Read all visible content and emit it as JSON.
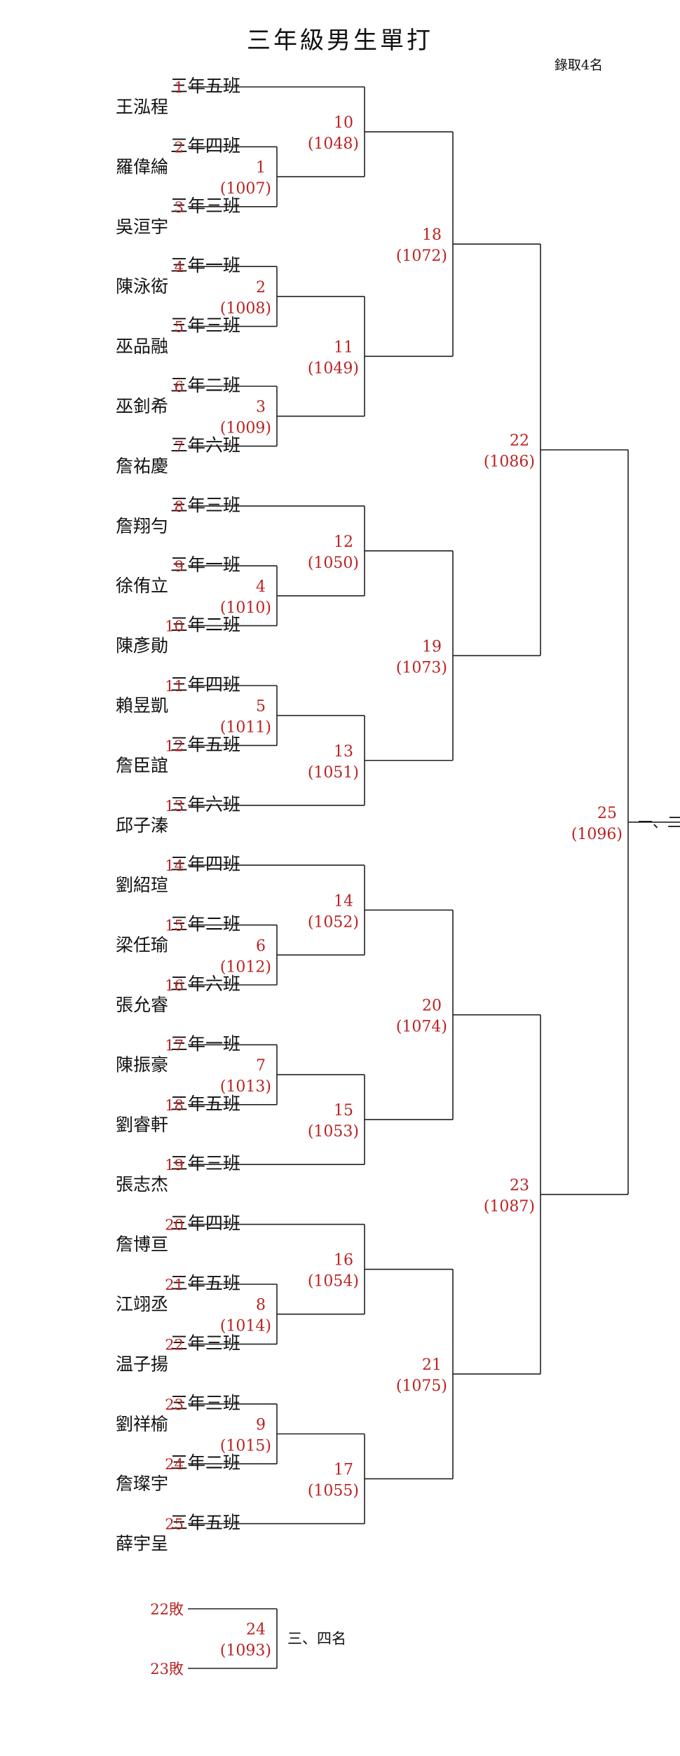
{
  "title": "三年級男生單打",
  "quota": "錄取4名",
  "players": [
    {
      "seed": "1",
      "cls": "三年五班",
      "name": "王泓程"
    },
    {
      "seed": "2",
      "cls": "三年四班",
      "name": "羅偉綸"
    },
    {
      "seed": "3",
      "cls": "三年三班",
      "name": "吳洹宇"
    },
    {
      "seed": "4",
      "cls": "三年一班",
      "name": "陳泳衒"
    },
    {
      "seed": "5",
      "cls": "三年三班",
      "name": "巫品融"
    },
    {
      "seed": "6",
      "cls": "三年二班",
      "name": "巫釗希"
    },
    {
      "seed": "7",
      "cls": "三年六班",
      "name": "詹祐慶"
    },
    {
      "seed": "8",
      "cls": "三年三班",
      "name": "詹翔勻"
    },
    {
      "seed": "9",
      "cls": "三年一班",
      "name": "徐侑立"
    },
    {
      "seed": "10",
      "cls": "三年二班",
      "name": "陳彥勛"
    },
    {
      "seed": "11",
      "cls": "三年四班",
      "name": "賴昱凱"
    },
    {
      "seed": "12",
      "cls": "三年五班",
      "name": "詹臣誼"
    },
    {
      "seed": "13",
      "cls": "三年六班",
      "name": "邱子溱"
    },
    {
      "seed": "14",
      "cls": "三年四班",
      "name": "劉紹瑄"
    },
    {
      "seed": "15",
      "cls": "三年二班",
      "name": "梁任瑜"
    },
    {
      "seed": "16",
      "cls": "三年六班",
      "name": "張允睿"
    },
    {
      "seed": "17",
      "cls": "三年一班",
      "name": "陳振豪"
    },
    {
      "seed": "18",
      "cls": "三年五班",
      "name": "劉睿軒"
    },
    {
      "seed": "19",
      "cls": "三年三班",
      "name": "張志杰"
    },
    {
      "seed": "20",
      "cls": "三年四班",
      "name": "詹博亘"
    },
    {
      "seed": "21",
      "cls": "三年五班",
      "name": "江翊丞"
    },
    {
      "seed": "22",
      "cls": "三年三班",
      "name": "温子揚"
    },
    {
      "seed": "23",
      "cls": "三年三班",
      "name": "劉祥榆"
    },
    {
      "seed": "24",
      "cls": "三年二班",
      "name": "詹璨宇"
    },
    {
      "seed": "25",
      "cls": "三年五班",
      "name": "薛宇呈"
    }
  ],
  "matches": [
    {
      "num": "1",
      "code": "(1007)"
    },
    {
      "num": "2",
      "code": "(1008)"
    },
    {
      "num": "3",
      "code": "(1009)"
    },
    {
      "num": "4",
      "code": "(1010)"
    },
    {
      "num": "5",
      "code": "(1011)"
    },
    {
      "num": "6",
      "code": "(1012)"
    },
    {
      "num": "7",
      "code": "(1013)"
    },
    {
      "num": "8",
      "code": "(1014)"
    },
    {
      "num": "9",
      "code": "(1015)"
    },
    {
      "num": "10",
      "code": "(1048)"
    },
    {
      "num": "11",
      "code": "(1049)"
    },
    {
      "num": "12",
      "code": "(1050)"
    },
    {
      "num": "13",
      "code": "(1051)"
    },
    {
      "num": "14",
      "code": "(1052)"
    },
    {
      "num": "15",
      "code": "(1053)"
    },
    {
      "num": "16",
      "code": "(1054)"
    },
    {
      "num": "17",
      "code": "(1055)"
    },
    {
      "num": "18",
      "code": "(1072)"
    },
    {
      "num": "19",
      "code": "(1073)"
    },
    {
      "num": "20",
      "code": "(1074)"
    },
    {
      "num": "21",
      "code": "(1075)"
    },
    {
      "num": "22",
      "code": "(1086)"
    },
    {
      "num": "23",
      "code": "(1087)"
    },
    {
      "num": "24",
      "code": "(1093)"
    },
    {
      "num": "25",
      "code": "(1096)"
    }
  ],
  "final_label": "一、二",
  "third_place": {
    "top": "22敗",
    "bottom": "23敗",
    "label": "三、四名"
  },
  "colors": {
    "line": "#222222",
    "accent": "#b22222",
    "text": "#111111"
  }
}
